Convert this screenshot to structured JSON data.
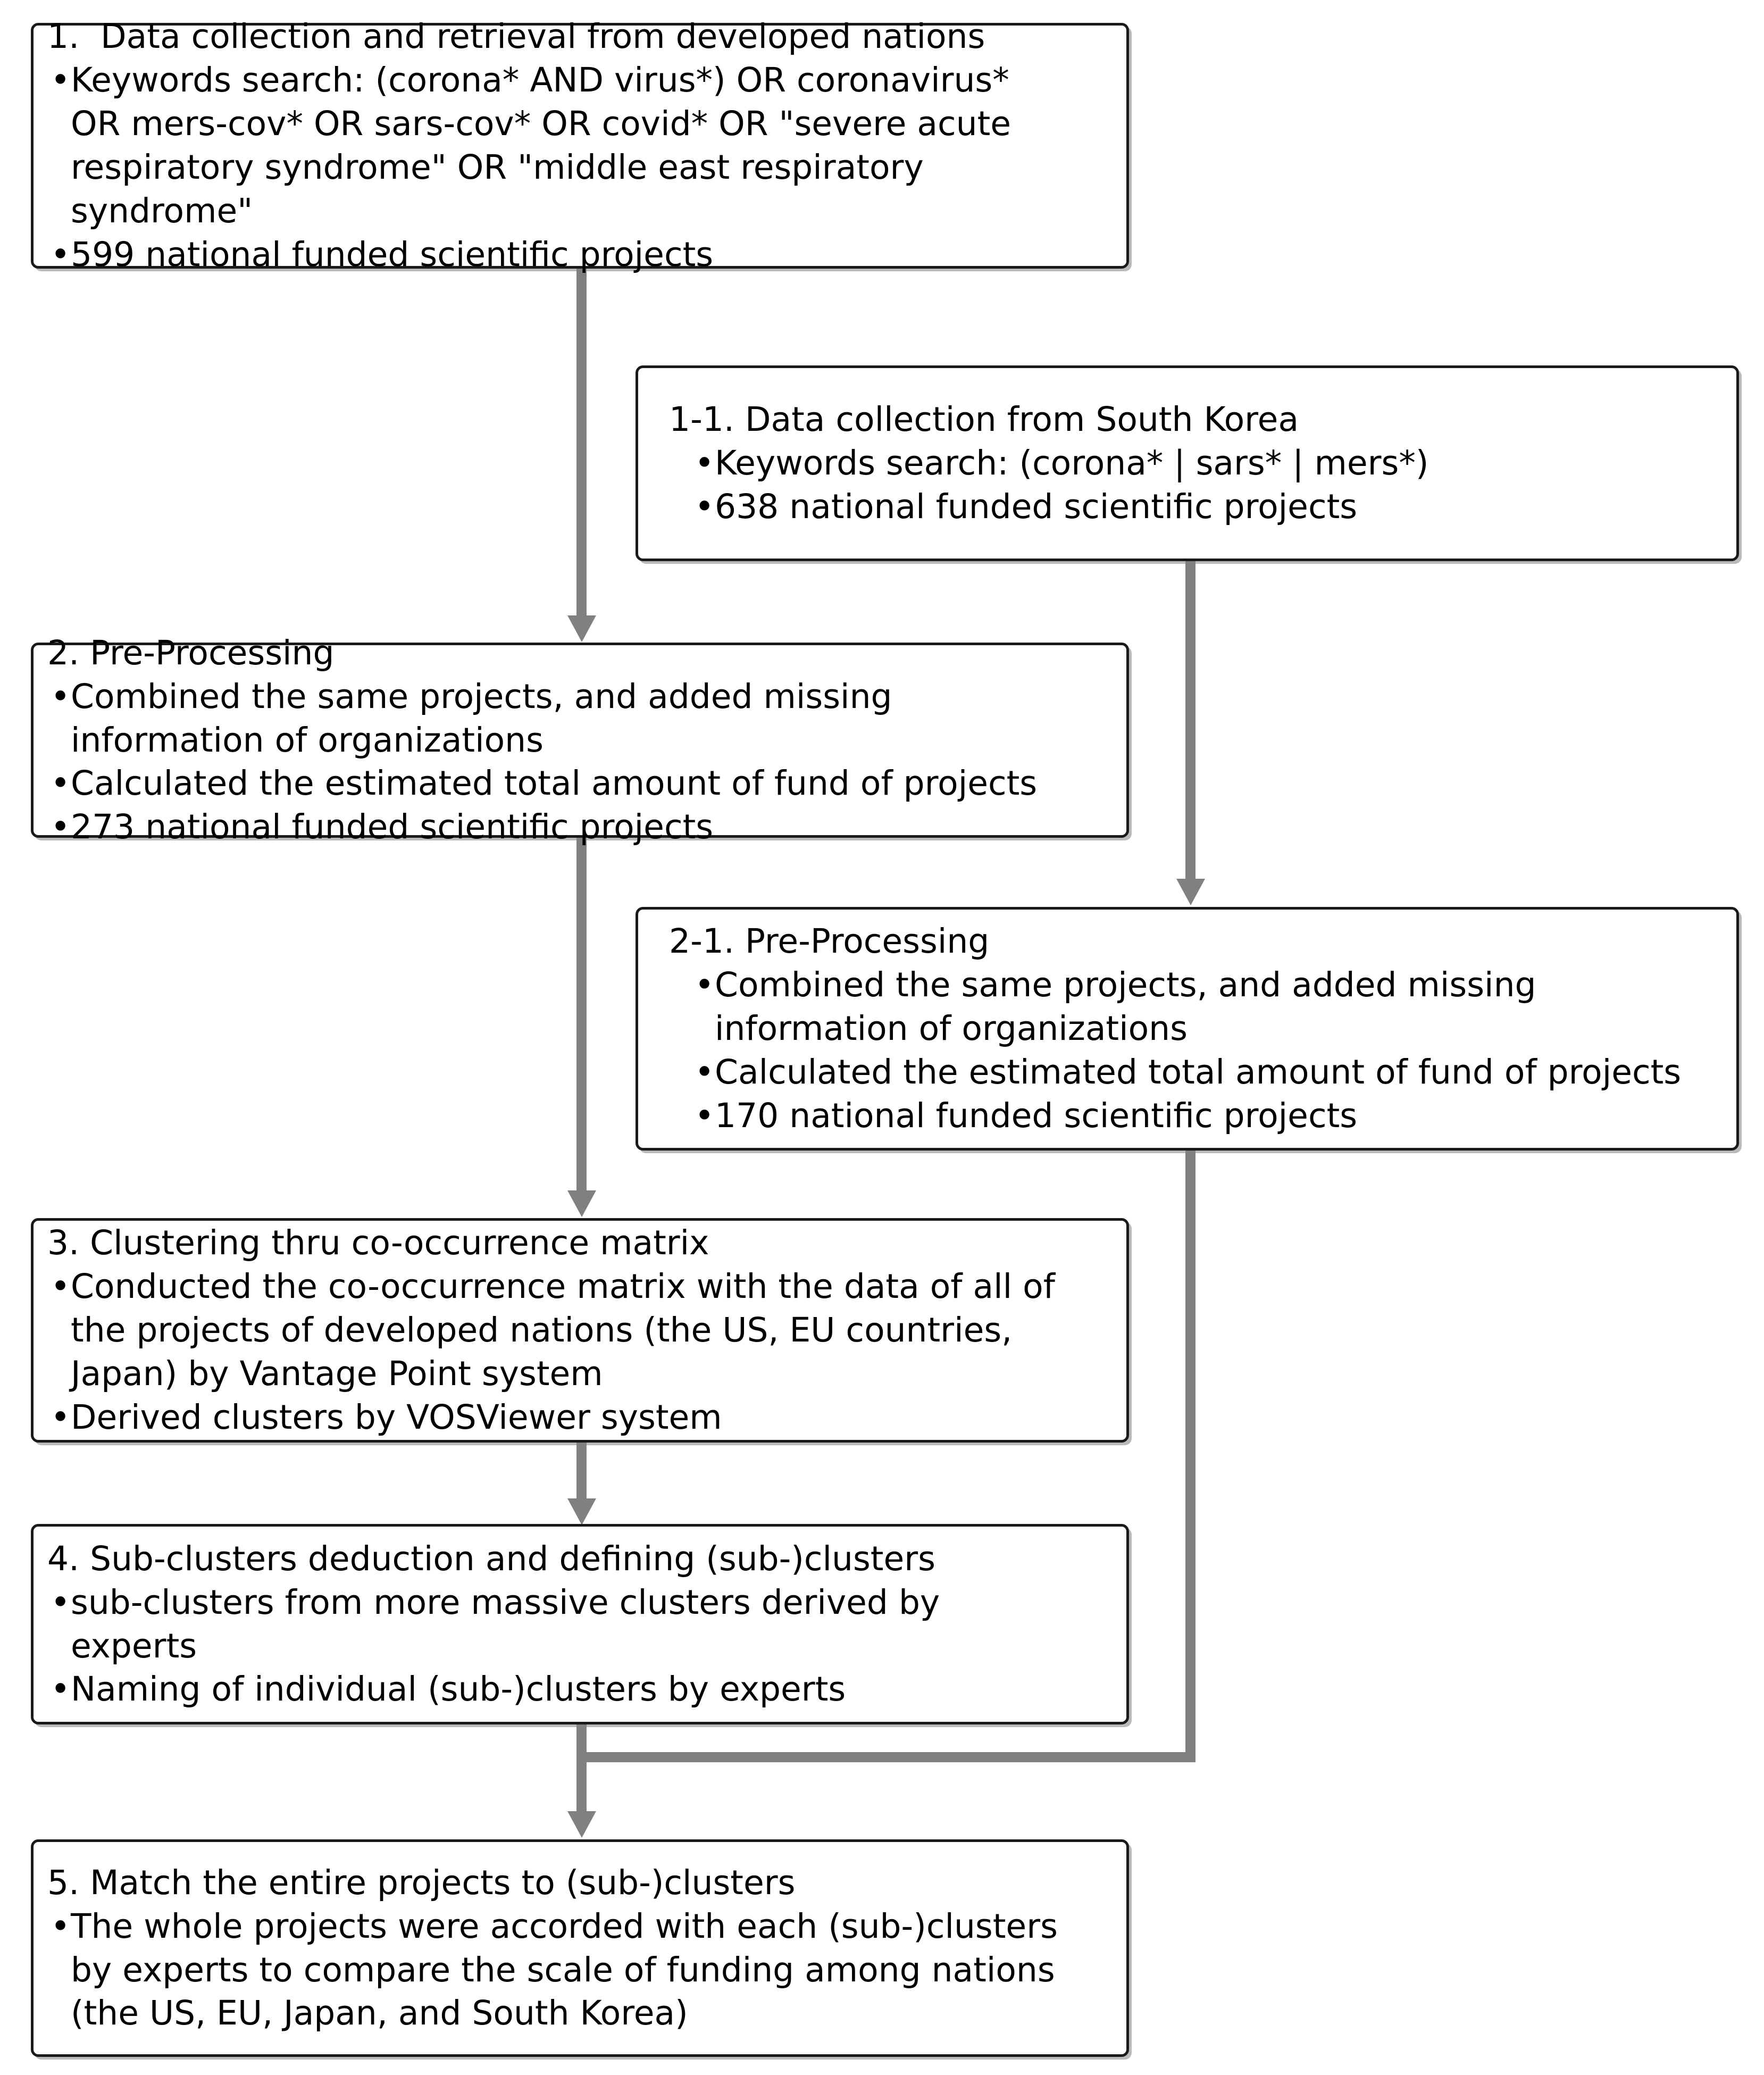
{
  "diagram": {
    "title": "Research methodology flowchart",
    "line_color": "#808080",
    "box_border_color": "#1a1a1a",
    "background": "#ffffff",
    "nodes": [
      {
        "id": "step1",
        "title": "1.  Data collection and retrieval from developed nations",
        "bullets": [
          "Keywords search: (corona* AND virus*) OR coronavirus*\nOR mers-cov* OR sars-cov* OR covid* OR \"severe acute\nrespiratory syndrome\" OR \"middle east respiratory\nsyndrome\"",
          "599 national funded scientific projects"
        ]
      },
      {
        "id": "step1-1",
        "title": "1-1. Data collection from South Korea",
        "bullets": [
          "Keywords search: (corona* | sars* | mers*)",
          "638 national funded scientific projects"
        ]
      },
      {
        "id": "step2",
        "title": "2. Pre-Processing",
        "bullets": [
          "Combined the same projects, and added missing\ninformation of organizations",
          "Calculated the estimated total amount of fund of projects",
          "273 national funded scientific projects"
        ]
      },
      {
        "id": "step2-1",
        "title": "2-1. Pre-Processing",
        "bullets": [
          "Combined the same projects, and added missing\ninformation of organizations",
          "Calculated the estimated total amount of fund of projects",
          "170 national funded scientific projects"
        ]
      },
      {
        "id": "step3",
        "title": "3. Clustering thru co-occurrence matrix",
        "bullets": [
          "Conducted the co-occurrence matrix with the data of all of\nthe projects of developed nations (the US, EU countries,\nJapan) by Vantage Point system",
          "Derived clusters by VOSViewer system"
        ]
      },
      {
        "id": "step4",
        "title": "4. Sub-clusters deduction and defining (sub-)clusters",
        "bullets": [
          "sub-clusters from more massive clusters derived by\nexperts",
          "Naming of individual (sub-)clusters by experts"
        ]
      },
      {
        "id": "step5",
        "title": "5. Match the entire projects to (sub-)clusters",
        "bullets": [
          "The whole projects were accorded with each (sub-)clusters\nby experts to compare the scale of funding among nations\n(the US, EU, Japan, and South Korea)"
        ]
      }
    ]
  }
}
